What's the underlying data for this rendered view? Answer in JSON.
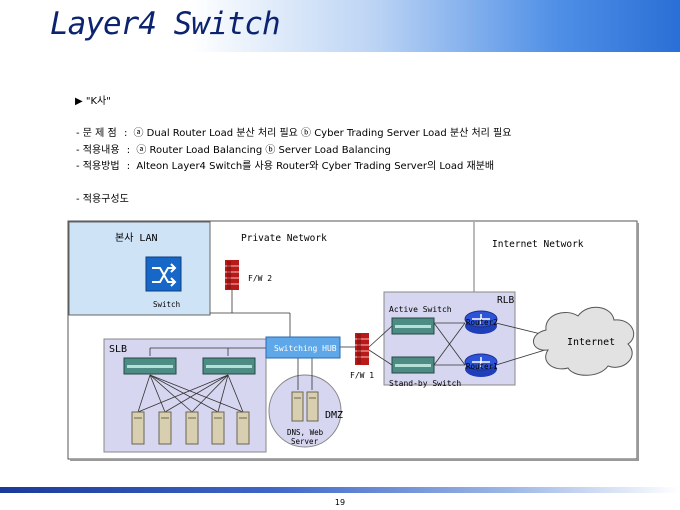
{
  "title": "Layer4 Switch",
  "company": "\"K사\"",
  "lines": [
    {
      "label": "- 문 제 점",
      "sep": ":",
      "text": "ⓐ Dual Router Load 분산 처리 필요 ⓑ Cyber Trading Server Load 분산 처리 필요"
    },
    {
      "label": "- 적용내용",
      "sep": ":",
      "text": "ⓐ Router Load Balancing ⓑ Server Load Balancing"
    },
    {
      "label": "- 적용방법",
      "sep": ":",
      "text": "Alteon Layer4 Switch를 사용 Router와 Cyber Trading Server의 Load 재분배"
    }
  ],
  "section": "- 적용구성도",
  "diagram": {
    "hq_lan": "본사 LAN",
    "private_network": "Private Network",
    "internet_network": "Internet Network",
    "switch": "Switch",
    "fw2": "F/W 2",
    "fw1": "F/W 1",
    "rlb": "RLB",
    "active_switch": "Active Switch",
    "standby_switch": "Stand-by Switch",
    "router2": "Router2",
    "router1": "Router1",
    "internet": "Internet",
    "slb": "SLB",
    "switching_hub": "Switching HUB",
    "dmz": "DMZ",
    "dns_web_1": "DNS, Web",
    "dns_web_2": "Server"
  },
  "page_number": "19",
  "colors": {
    "title": "#0c2470",
    "lan_fill": "#cfe3f7",
    "group_fill": "#d6d6f0",
    "hub": "#5ea8ea",
    "router": "#2d54d8",
    "firewall": "#b81a1a"
  }
}
